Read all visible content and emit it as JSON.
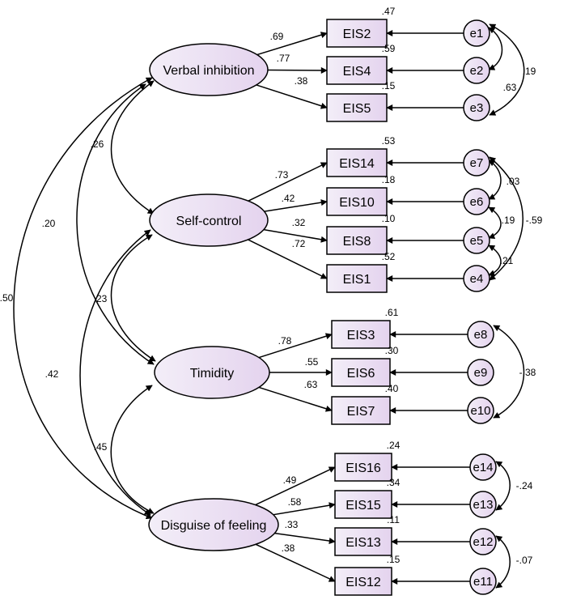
{
  "latents": [
    {
      "id": "VI",
      "label": "Verbal inhibition"
    },
    {
      "id": "SC",
      "label": "Self-control"
    },
    {
      "id": "TI",
      "label": "Timidity"
    },
    {
      "id": "DF",
      "label": "Disguise of feeling"
    }
  ],
  "items": [
    {
      "id": "EIS2",
      "label": "EIS2",
      "factor": "VI",
      "loading": ".69",
      "r2": ".47",
      "error": "e1"
    },
    {
      "id": "EIS4",
      "label": "EIS4",
      "factor": "VI",
      "loading": ".77",
      "r2": ".59",
      "error": "e2"
    },
    {
      "id": "EIS5",
      "label": "EIS5",
      "factor": "VI",
      "loading": ".38",
      "r2": ".15",
      "error": "e3"
    },
    {
      "id": "EIS14",
      "label": "EIS14",
      "factor": "SC",
      "loading": ".73",
      "r2": ".53",
      "error": "e7"
    },
    {
      "id": "EIS10",
      "label": "EIS10",
      "factor": "SC",
      "loading": ".42",
      "r2": ".18",
      "error": "e6"
    },
    {
      "id": "EIS8",
      "label": "EIS8",
      "factor": "SC",
      "loading": ".32",
      "r2": ".10",
      "error": "e5"
    },
    {
      "id": "EIS1",
      "label": "EIS1",
      "factor": "SC",
      "loading": ".72",
      "r2": ".52",
      "error": "e4"
    },
    {
      "id": "EIS3",
      "label": "EIS3",
      "factor": "TI",
      "loading": ".78",
      "r2": ".61",
      "error": "e8"
    },
    {
      "id": "EIS6",
      "label": "EIS6",
      "factor": "TI",
      "loading": ".55",
      "r2": ".30",
      "error": "e9"
    },
    {
      "id": "EIS7",
      "label": "EIS7",
      "factor": "TI",
      "loading": ".63",
      "r2": ".40",
      "error": "e10"
    },
    {
      "id": "EIS16",
      "label": "EIS16",
      "factor": "DF",
      "loading": ".49",
      "r2": ".24",
      "error": "e14"
    },
    {
      "id": "EIS15",
      "label": "EIS15",
      "factor": "DF",
      "loading": ".58",
      "r2": ".34",
      "error": "e13"
    },
    {
      "id": "EIS13",
      "label": "EIS13",
      "factor": "DF",
      "loading": ".33",
      "r2": ".11",
      "error": "e12"
    },
    {
      "id": "EIS12",
      "label": "EIS12",
      "factor": "DF",
      "loading": ".38",
      "r2": ".15",
      "error": "e11"
    }
  ],
  "factor_correlations": [
    {
      "from": "VI",
      "to": "SC",
      "value": ".26"
    },
    {
      "from": "VI",
      "to": "TI",
      "value": ".20"
    },
    {
      "from": "VI",
      "to": "DF",
      "value": ".50"
    },
    {
      "from": "SC",
      "to": "TI",
      "value": ".23"
    },
    {
      "from": "SC",
      "to": "DF",
      "value": ".42"
    },
    {
      "from": "TI",
      "to": "DF",
      "value": ".45"
    }
  ],
  "error_correlations": [
    {
      "from": "e1",
      "to": "e2",
      "value": ".63"
    },
    {
      "from": "e1",
      "to": "e3",
      "value": ".19"
    },
    {
      "from": "e7",
      "to": "e6",
      "value": ".03"
    },
    {
      "from": "e6",
      "to": "e5",
      "value": ".19"
    },
    {
      "from": "e7",
      "to": "e4",
      "value": "-.59"
    },
    {
      "from": "e5",
      "to": "e4",
      "value": ".21"
    },
    {
      "from": "e8",
      "to": "e10",
      "value": "-.38"
    },
    {
      "from": "e14",
      "to": "e13",
      "value": "-.24"
    },
    {
      "from": "e12",
      "to": "e11",
      "value": "-.07"
    }
  ],
  "colors": {
    "node_fill_start": "#f3eef8",
    "node_fill_end": "#e4d3ee",
    "stroke": "#000000"
  }
}
